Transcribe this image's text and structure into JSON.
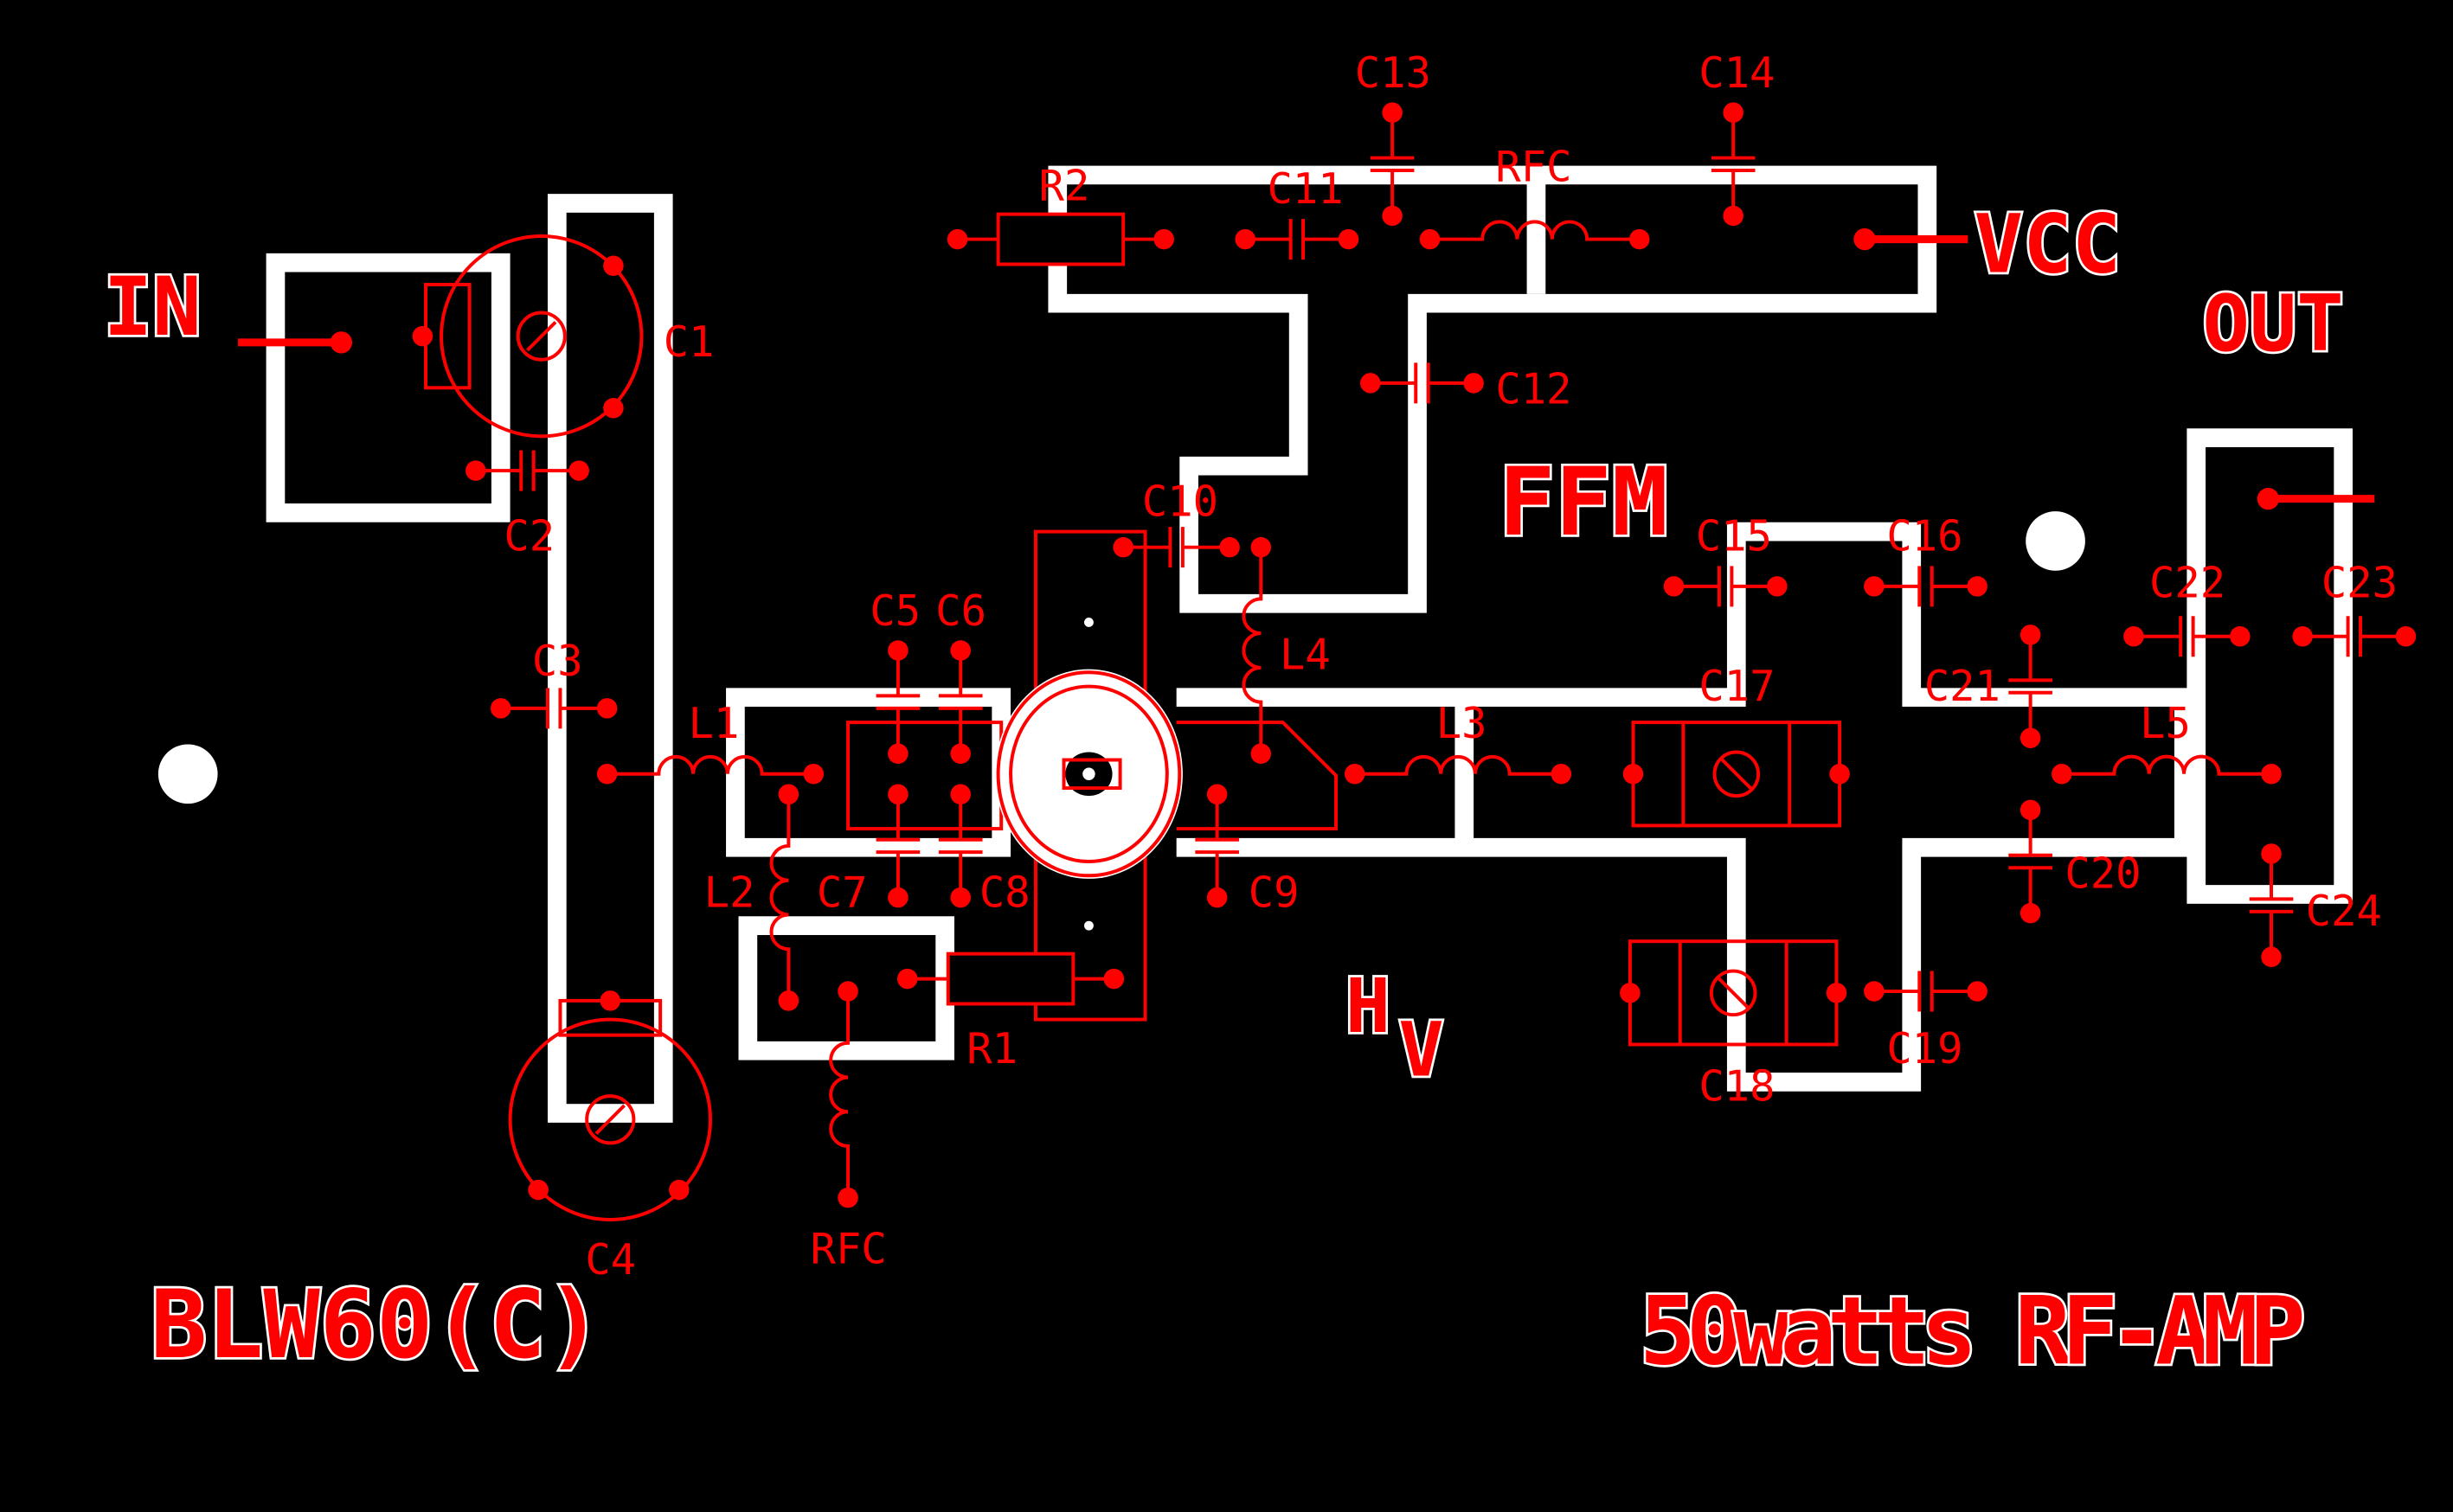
{
  "board": {
    "title": "50watts RF-AMP",
    "transistor": "BLW60(C)",
    "in_label": "IN",
    "out_label": "OUT",
    "vcc_label": "VCC",
    "mark_ffm": "FFM",
    "mark_h": "H",
    "mark_v": "V"
  },
  "colors": {
    "background": "#000000",
    "traces": "#ffffff",
    "components": "#ff0000"
  },
  "components": {
    "C1": "C1",
    "C2": "C2",
    "C3": "C3",
    "C4": "C4",
    "C5": "C5",
    "C6": "C6",
    "C7": "C7",
    "C8": "C8",
    "C9": "C9",
    "C10": "C10",
    "C11": "C11",
    "C12": "C12",
    "C13": "C13",
    "C14": "C14",
    "C15": "C15",
    "C16": "C16",
    "C17": "C17",
    "C18": "C18",
    "C19": "C19",
    "C20": "C20",
    "C21": "C21",
    "C22": "C22",
    "C23": "C23",
    "C24": "C24",
    "R1": "R1",
    "R2": "R2",
    "L1": "L1",
    "L2": "L2",
    "L3": "L3",
    "L4": "L4",
    "L5": "L5",
    "RFC_top": "RFC",
    "RFC_bottom": "RFC"
  }
}
